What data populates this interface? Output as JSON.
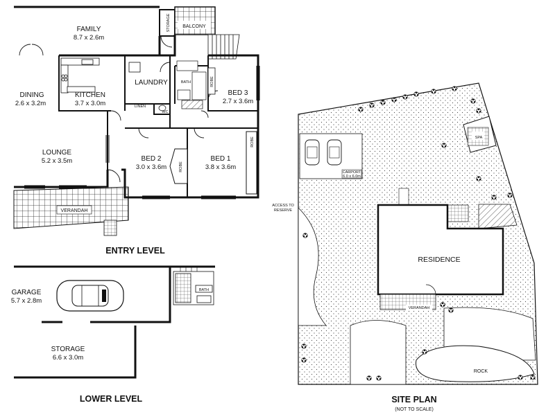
{
  "entry_level": {
    "title": "ENTRY LEVEL",
    "rooms": {
      "family": {
        "name": "FAMILY",
        "dims": "8.7 x 2.6m"
      },
      "dining": {
        "name": "DINING",
        "dims": "2.6 x 3.2m"
      },
      "kitchen": {
        "name": "KITCHEN",
        "dims": "3.7 x 3.0m"
      },
      "lounge": {
        "name": "LOUNGE",
        "dims": "5.2 x 3.5m"
      },
      "laundry": {
        "name": "LAUNDRY"
      },
      "bed2": {
        "name": "BED 2",
        "dims": "3.0 x 3.6m"
      },
      "bed1": {
        "name": "BED 1",
        "dims": "3.8 x 3.6m"
      },
      "bed3": {
        "name": "BED 3",
        "dims": "2.7 x 3.6m"
      }
    },
    "labels": {
      "storage": "STORAGE",
      "balcony": "BALCONY",
      "bath": "BATH",
      "linen": "LINEN",
      "wc": "WC",
      "robe": "ROBE",
      "verandah": "VERANDAH"
    }
  },
  "lower_level": {
    "title": "LOWER LEVEL",
    "rooms": {
      "garage": {
        "name": "GARAGE",
        "dims": "5.7 x 2.8m"
      },
      "storage": {
        "name": "STORAGE",
        "dims": "6.6 x 3.0m"
      }
    },
    "labels": {
      "bath": "BATH"
    }
  },
  "site_plan": {
    "title": "SITE PLAN",
    "subtitle": "(NOT TO SCALE)",
    "labels": {
      "residence": "RESIDENCE",
      "spa": "SPA",
      "rock": "ROCK",
      "access": "ACCESS TO",
      "access_2": "RESERVE",
      "carport": "CARPORT",
      "carport_dims": "6.0 x 6.0m",
      "verandah": "VERANDAH"
    }
  }
}
